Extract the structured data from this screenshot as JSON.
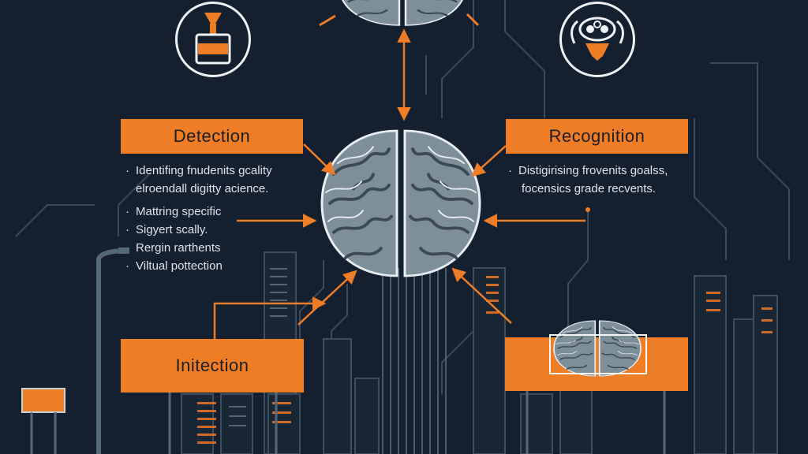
{
  "boxes": {
    "detection": "Detection",
    "recognition": "Recognition",
    "injection": "Initection"
  },
  "detection_text": {
    "line1": "Identifing fnudenits gcality",
    "line2": "elroendall digitty acience.",
    "line3": "Mattring specific",
    "line4": "Sigyert scally.",
    "line5": "Rergin rarthents",
    "line6": "Viltual pottection"
  },
  "recognition_text": {
    "line1": "Distigirising frovenits goalss,",
    "line2": "focensics grade recvents."
  },
  "icons": {
    "top_left": "hourglass-jar-icon",
    "top_right": "mask-face-icon",
    "center": "brain-icon",
    "bottom_right": "brain-scan-icon"
  },
  "colors": {
    "background": "#142030",
    "accent": "#ef7d26",
    "text": "#dfe4ea",
    "brain": "#7d8f99"
  }
}
